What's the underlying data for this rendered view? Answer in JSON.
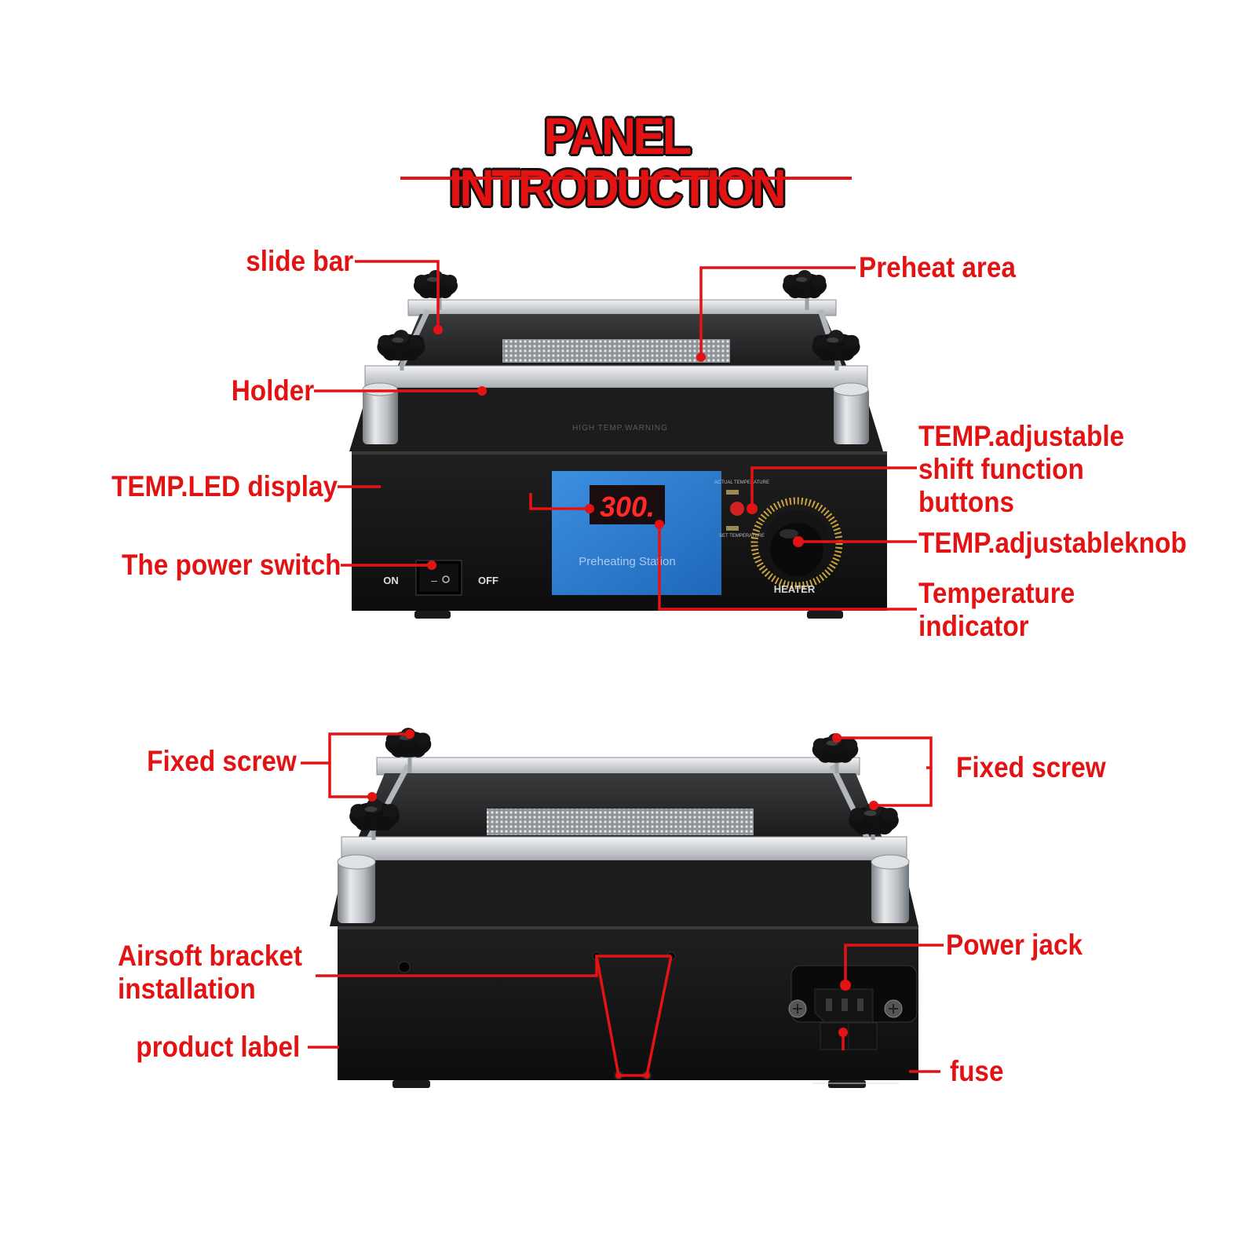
{
  "title": "PANEL INTRODUCTION",
  "front_view": {
    "labels": {
      "slide_bar": "slide bar",
      "preheat_area": "Preheat area",
      "holder": "Holder",
      "temp_led_display": "TEMP.LED display",
      "temp_shift_buttons": [
        "TEMP.adjustable",
        "shift function",
        "buttons"
      ],
      "power_switch": "The power switch",
      "temp_knob": "TEMP.adjustableknob",
      "temperature_indicator": [
        "Temperature",
        "indicator"
      ]
    },
    "device_text": {
      "display_value": "300.",
      "station_name": "Preheating Station",
      "warning": "HIGH TEMP.WARNING",
      "on": "ON",
      "off": "OFF",
      "heater": "HEATER",
      "actual_temperature": "ACTUAL TEMPERATURE",
      "set_temperature": "SET TEMPERATURE"
    }
  },
  "back_view": {
    "labels": {
      "fixed_screw_left": "Fixed screw",
      "fixed_screw_right": "Fixed screw",
      "airsoft_bracket": [
        "Airsoft bracket",
        "installation"
      ],
      "power_jack": "Power jack",
      "product_label": "product label",
      "fuse": "fuse"
    }
  },
  "colors": {
    "annotation": "#e41313",
    "device_body": "#141414",
    "display_panel": "#2f7fd0",
    "led_digits": "#ff2a2a",
    "metal": "#c9ccd0"
  }
}
